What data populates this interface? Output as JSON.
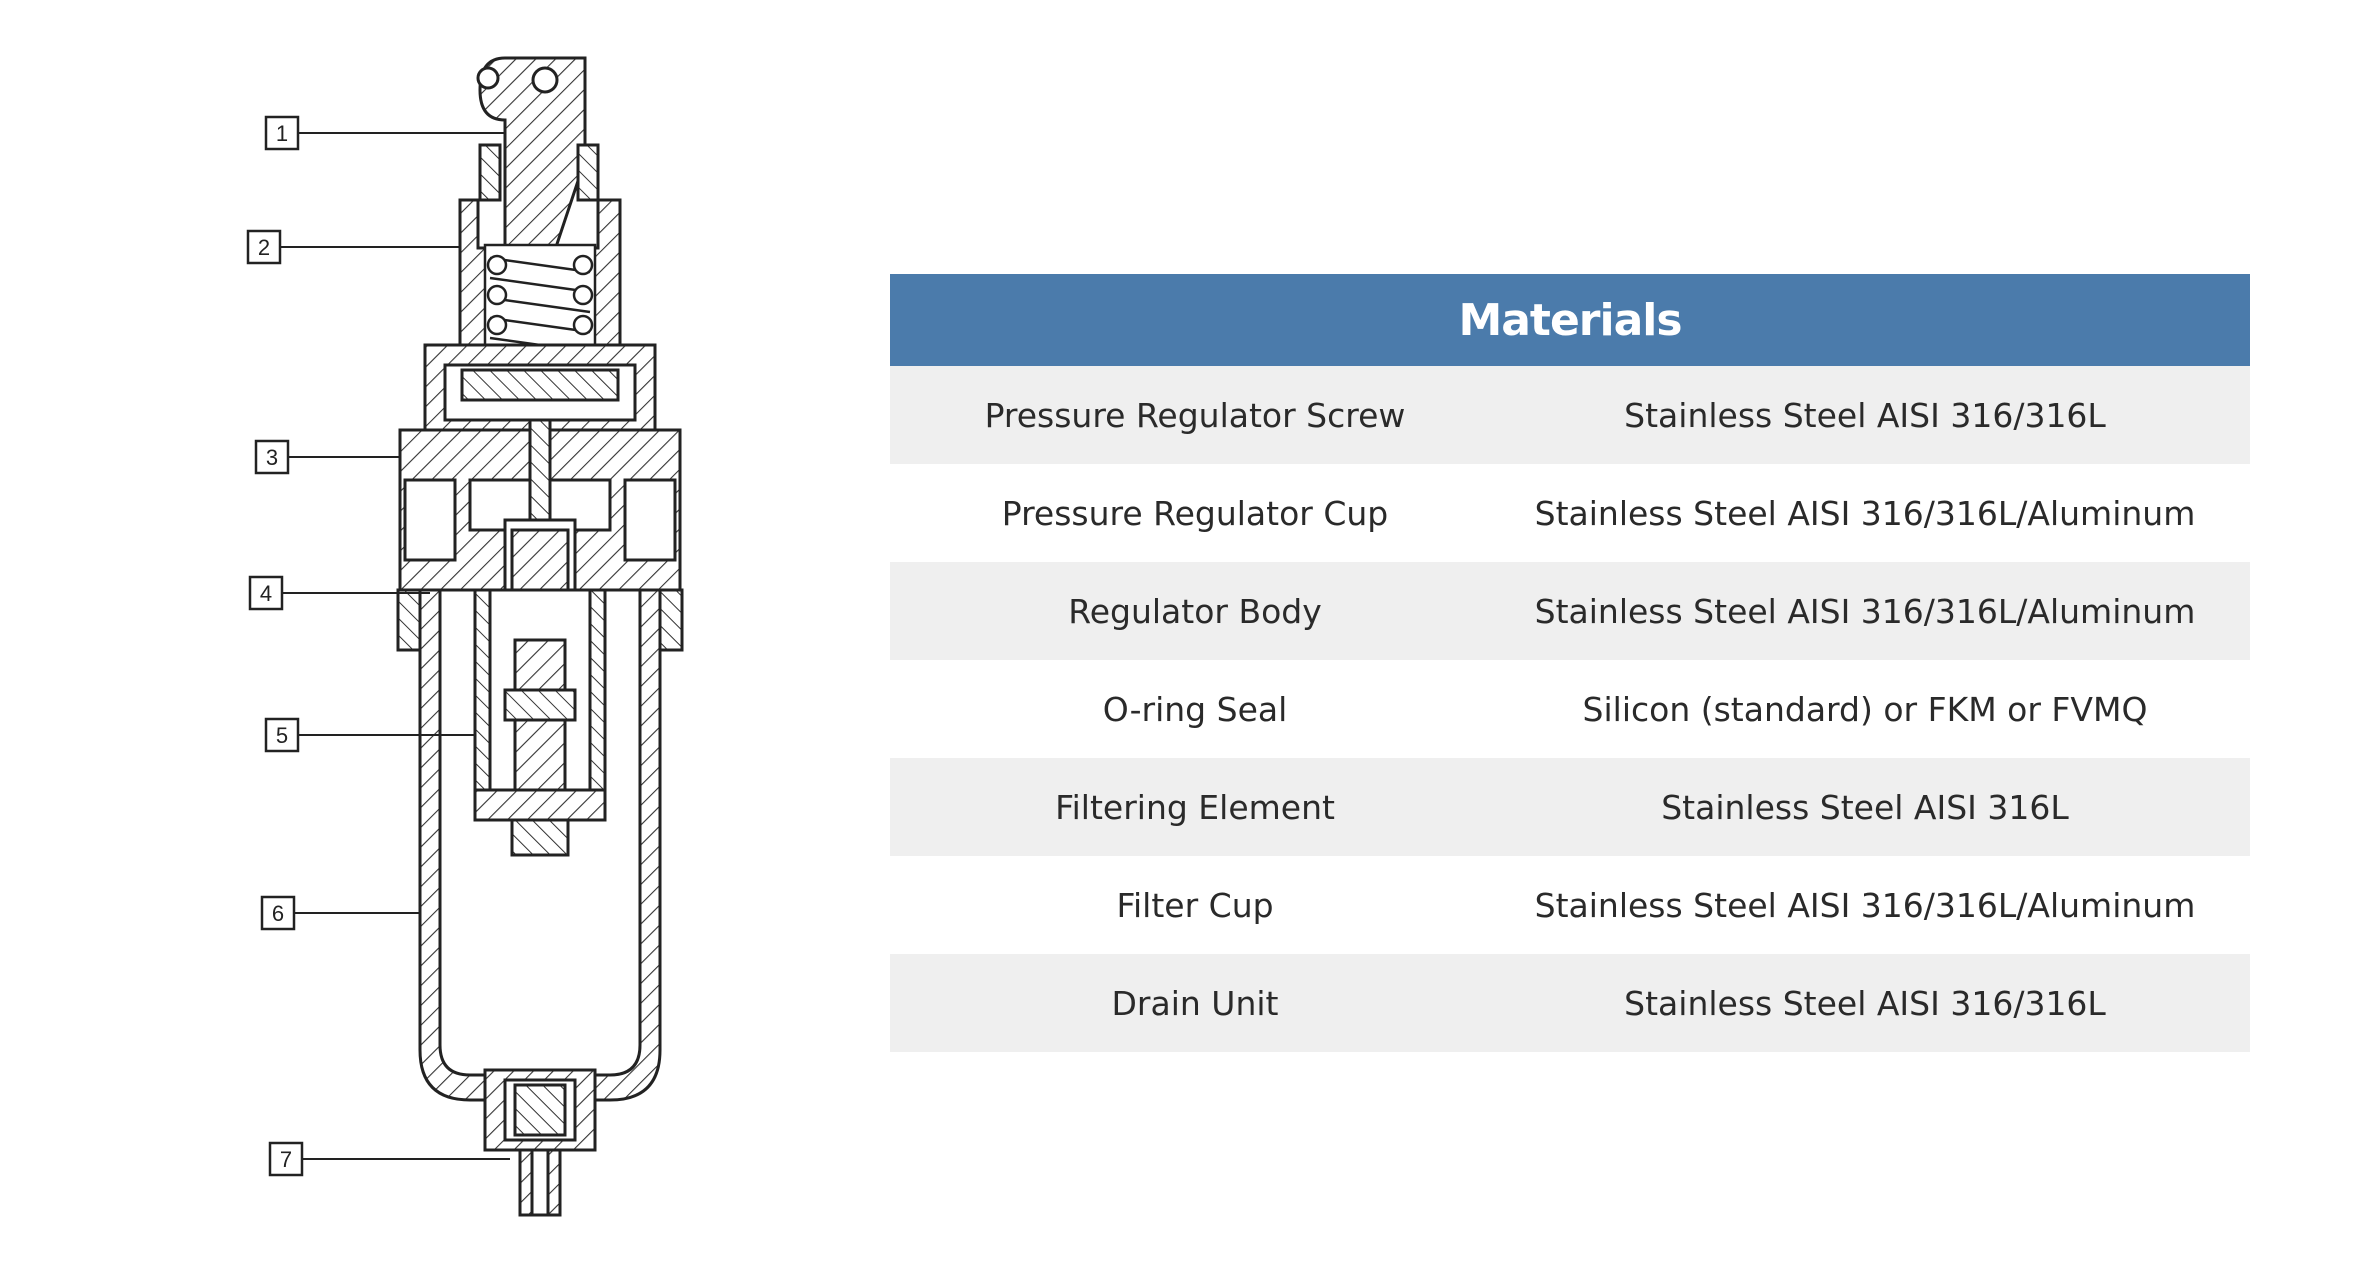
{
  "diagram": {
    "callouts": [
      "1",
      "2",
      "3",
      "4",
      "5",
      "6",
      "7"
    ]
  },
  "materials": {
    "title": "Materials",
    "rows": [
      {
        "part": "Pressure Regulator Screw",
        "material": "Stainless Steel AISI 316/316L"
      },
      {
        "part": "Pressure Regulator Cup",
        "material": "Stainless Steel AISI 316/316L/Aluminum"
      },
      {
        "part": "Regulator Body",
        "material": "Stainless Steel AISI 316/316L/Aluminum"
      },
      {
        "part": "O-ring Seal",
        "material": "Silicon (standard) or FKM or FVMQ"
      },
      {
        "part": "Filtering Element",
        "material": "Stainless Steel AISI 316L"
      },
      {
        "part": "Filter Cup",
        "material": "Stainless Steel AISI 316/316L/Aluminum"
      },
      {
        "part": "Drain Unit",
        "material": "Stainless Steel AISI 316/316L"
      }
    ],
    "colors": {
      "header": "#4b7bab",
      "header_text": "#ffffff",
      "shaded_row": "#efefef"
    }
  }
}
